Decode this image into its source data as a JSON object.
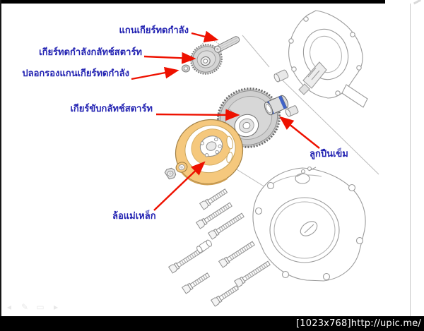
{
  "slide": {
    "labels": [
      {
        "part": "reduction-gear-shaft",
        "text": "แกนเกียร์ทดกำลัง"
      },
      {
        "part": "starter-clutch-reduction-gear",
        "text": "เกียร์ทดกำลังกลัทช์สตาร์ท"
      },
      {
        "part": "reduction-gear-shaft-bushing",
        "text": "ปลอกรองแกนเกียร์ทดกำลัง"
      },
      {
        "part": "starter-clutch-drive-gear",
        "text": "เกียร์ขับกลัทช์สตาร์ท"
      },
      {
        "part": "needle-bearing",
        "text": "ลูกปืนเข็ม"
      },
      {
        "part": "magneto-flywheel",
        "text": "ล้อแม่เหล็ก"
      }
    ]
  },
  "watermark": {
    "text": "[1023x768]http://upic.me/"
  },
  "ghost_toolbar": {
    "icons": [
      {
        "name": "prev-slide-icon",
        "glyph": "◂"
      },
      {
        "name": "pen-icon",
        "glyph": "✎"
      },
      {
        "name": "slide-menu-icon",
        "glyph": "▭"
      },
      {
        "name": "next-slide-icon",
        "glyph": "▸"
      }
    ]
  },
  "colors": {
    "label_blue": "#2222b2",
    "arrow_red": "#ee1100",
    "flywheel_yellow": "#f5c87d",
    "bearing_blue": "#4063c8",
    "lineart_grey": "#9b9b9b",
    "bar_black": "#000000"
  }
}
